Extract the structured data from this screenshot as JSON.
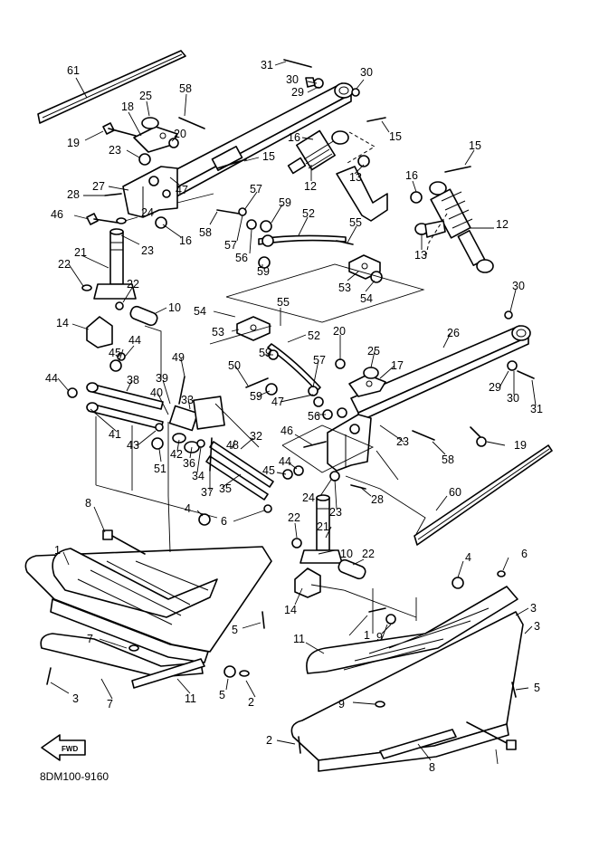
{
  "diagram_code": "8DM100-9160",
  "fwd_label": "FWD",
  "callouts": [
    "61",
    "31",
    "30",
    "30",
    "29",
    "25",
    "58",
    "18",
    "19",
    "20",
    "23",
    "15",
    "15",
    "16",
    "12",
    "13",
    "15",
    "16",
    "12",
    "13",
    "27",
    "28",
    "47",
    "57",
    "59",
    "52",
    "55",
    "46",
    "24",
    "16",
    "23",
    "58",
    "57",
    "56",
    "59",
    "53",
    "54",
    "21",
    "22",
    "22",
    "10",
    "54",
    "55",
    "53",
    "14",
    "52",
    "59",
    "45",
    "44",
    "49",
    "50",
    "20",
    "25",
    "17",
    "26",
    "30",
    "29",
    "30",
    "31",
    "44",
    "38",
    "39",
    "33",
    "40",
    "57",
    "59",
    "47",
    "56",
    "46",
    "23",
    "19",
    "58",
    "41",
    "42",
    "43",
    "51",
    "36",
    "34",
    "48",
    "32",
    "45",
    "44",
    "28",
    "24",
    "23",
    "60",
    "37",
    "35",
    "6",
    "4",
    "8",
    "22",
    "21",
    "22",
    "10",
    "4",
    "6",
    "1",
    "14",
    "3",
    "7",
    "5",
    "9",
    "11",
    "1",
    "9",
    "7",
    "3",
    "5",
    "5",
    "3",
    "2",
    "11",
    "2",
    "8"
  ]
}
